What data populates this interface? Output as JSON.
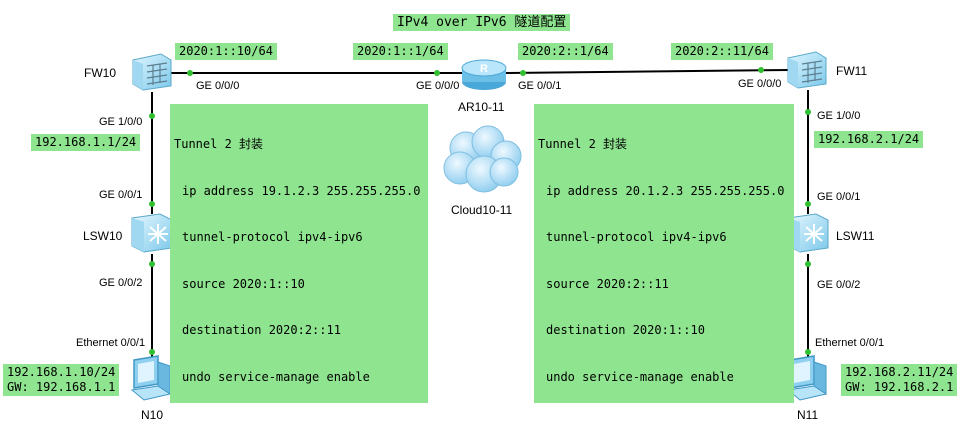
{
  "title": "IPv4 over IPv6 隧道配置",
  "devices": {
    "fw10": "FW10",
    "fw11": "FW11",
    "ar": "AR10-11",
    "cloud": "Cloud10-11",
    "lsw10": "LSW10",
    "lsw11": "LSW11",
    "n10": "N10",
    "n11": "N11"
  },
  "addresses": {
    "fw10_ipv6": "2020:1::10/64",
    "ar_g000": "2020:1::1/64",
    "ar_g001": "2020:2::1/64",
    "fw11_ipv6": "2020:2::11/64",
    "fw10_lan": "192.168.1.1/24",
    "fw11_lan": "192.168.2.1/24"
  },
  "interfaces": {
    "fw10_ge000": "GE 0/0/0",
    "ar_ge000": "GE 0/0/0",
    "ar_ge001": "GE 0/0/1",
    "fw11_ge000": "GE 0/0/0",
    "fw10_ge100": "GE 1/0/0",
    "lsw10_ge001": "GE 0/0/1",
    "lsw10_ge002": "GE 0/0/2",
    "n10_eth": "Ethernet 0/0/1",
    "fw11_ge100": "GE 1/0/0",
    "lsw11_ge001": "GE 0/0/1",
    "lsw11_ge002": "GE 0/0/2",
    "n11_eth": "Ethernet 0/0/1"
  },
  "tunnel_left": {
    "header": "Tunnel 2 封装",
    "lines": [
      "ip address 19.1.2.3 255.255.255.0",
      "tunnel-protocol ipv4-ipv6",
      "source 2020:1::10",
      "destination 2020:2::11",
      "undo service-manage enable"
    ]
  },
  "tunnel_right": {
    "header": "Tunnel 2 封装",
    "lines": [
      "ip address 20.1.2.3 255.255.255.0",
      "tunnel-protocol ipv4-ipv6",
      "source 2020:2::11",
      "destination 2020:1::10",
      "undo service-manage enable"
    ]
  },
  "hosts": {
    "n10_ip": "192.168.1.10/24",
    "n10_gw": "GW: 192.168.1.1",
    "n11_ip": "192.168.2.11/24",
    "n11_gw": "GW: 192.168.2.1"
  },
  "colors": {
    "label_bg": "#8fe58f",
    "link_dot": "#2fbf2f",
    "device_blue": "#9fd8f0"
  }
}
